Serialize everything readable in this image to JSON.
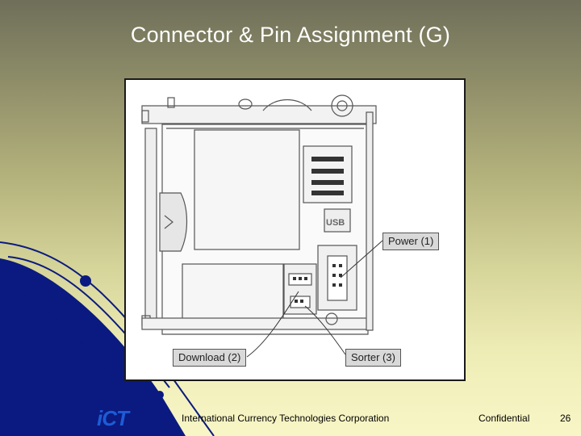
{
  "slide": {
    "title": "Connector & Pin Assignment (G)"
  },
  "figure": {
    "callouts": {
      "power": "Power (1)",
      "download": "Download (2)",
      "sorter": "Sorter (3)"
    },
    "usb_label": "USB"
  },
  "footer": {
    "logo_text": "iCT",
    "company": "International Currency Technologies Corporation",
    "confidential": "Confidential",
    "page_number": "26"
  },
  "colors": {
    "background_top": "#6f6f5a",
    "background_bottom": "#f8f6c6",
    "swoosh": "#0a1a80",
    "logo_blue": "#1e5bd6",
    "logo_red": "#d71f1f"
  }
}
